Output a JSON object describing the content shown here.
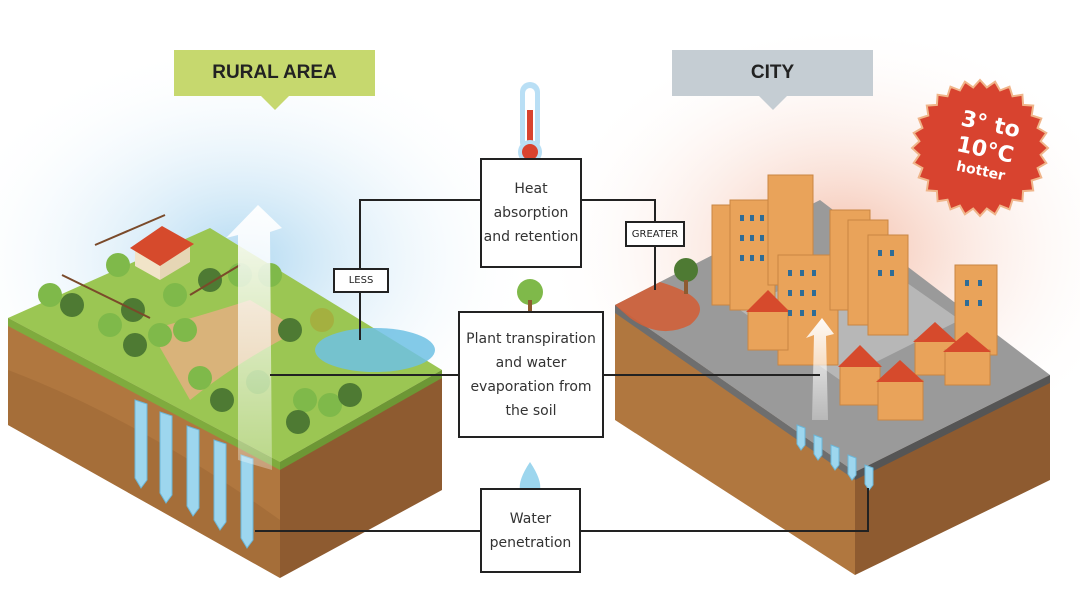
{
  "labels": {
    "rural": "RURAL AREA",
    "city": "CITY"
  },
  "badge": {
    "line1": "3° to 10°C",
    "line2": "hotter",
    "color": "#d8432f"
  },
  "boxes": {
    "heat": "Heat absorption and retention",
    "plant": "Plant transpiration and water evaporation from the soil",
    "water": "Water penetration"
  },
  "tags": {
    "less": "LESS",
    "greater": "GREATER"
  },
  "colors": {
    "grass": "#9bc653",
    "soil": "#b57a45",
    "asphalt": "#9a9a9a",
    "water": "#7fc8e6",
    "building": "#e9a35a"
  }
}
